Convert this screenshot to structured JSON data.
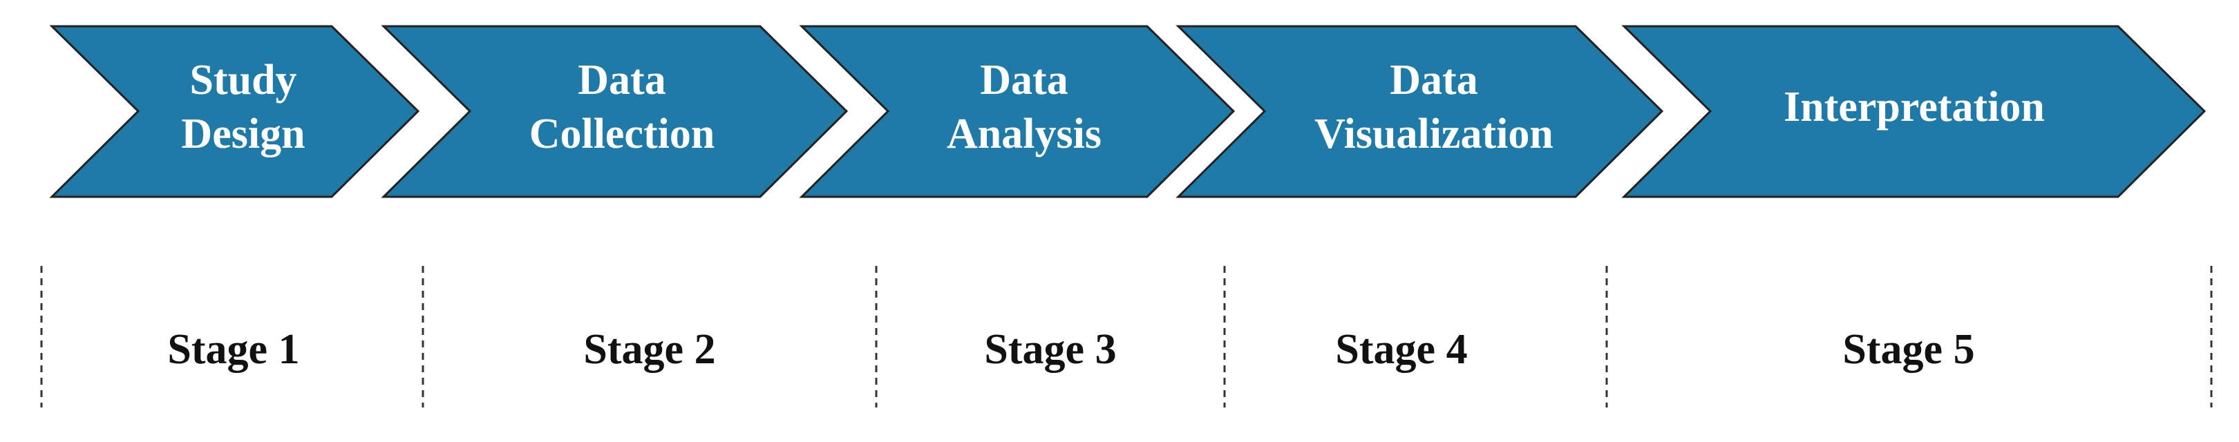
{
  "colors": {
    "chevron_fill": "#1f7aa8",
    "chevron_stroke": "#222222",
    "chevron_text": "#ffffff",
    "stage_text": "#111111",
    "divider": "#333333"
  },
  "process": {
    "steps": [
      {
        "lines": [
          "Study",
          "Design"
        ]
      },
      {
        "lines": [
          "Data",
          "Collection"
        ]
      },
      {
        "lines": [
          "Data",
          "Analysis"
        ]
      },
      {
        "lines": [
          "Data",
          "Visualization"
        ]
      },
      {
        "lines": [
          "Interpretation"
        ]
      }
    ]
  },
  "stages": {
    "labels": [
      "Stage 1",
      "Stage 2",
      "Stage 3",
      "Stage 4",
      "Stage 5"
    ]
  }
}
